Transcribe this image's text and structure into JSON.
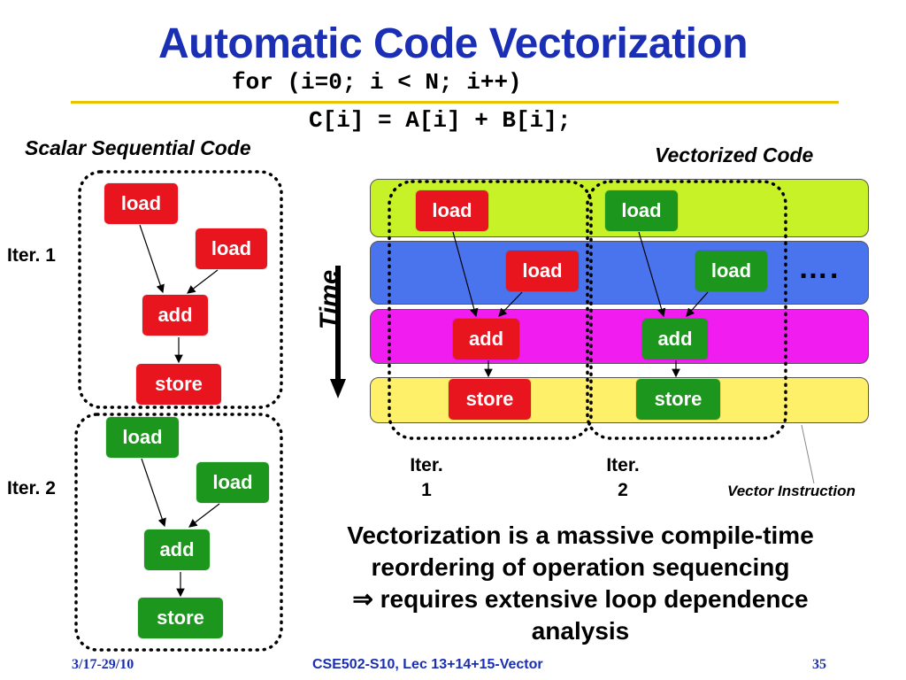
{
  "title": "Automatic Code Vectorization",
  "code": {
    "line1": "for (i=0; i < N; i++)",
    "line2": "C[i] = A[i] + B[i];"
  },
  "labels": {
    "scalar": "Scalar Sequential Code",
    "vectorized": "Vectorized Code",
    "iter1": "Iter. 1",
    "iter2": "Iter. 2",
    "time": "Time",
    "dots": "….",
    "vector_iter1_top": "Iter.",
    "vector_iter1_num": "1",
    "vector_iter2_top": "Iter.",
    "vector_iter2_num": "2",
    "vector_instruction": "Vector Instruction"
  },
  "ops": {
    "load": "load",
    "add": "add",
    "store": "store"
  },
  "conclusion": {
    "line1": "Vectorization is a massive compile-time",
    "line2": "reordering of operation sequencing",
    "line3": "⇒ requires extensive loop dependence",
    "line4": "analysis"
  },
  "footer": {
    "date": "3/17-29/10",
    "course": "CSE502-S10, Lec 13+14+15-Vector",
    "page": "35"
  },
  "colors": {
    "title": "#1a2fb4",
    "iter1_ops": "#e8141e",
    "iter2_ops": "#1c961c",
    "band_load1": "#c8f228",
    "band_load2": "#4a74ee",
    "band_add": "#f01cf0",
    "band_store": "#fff06a",
    "rule": "#e8c400"
  }
}
